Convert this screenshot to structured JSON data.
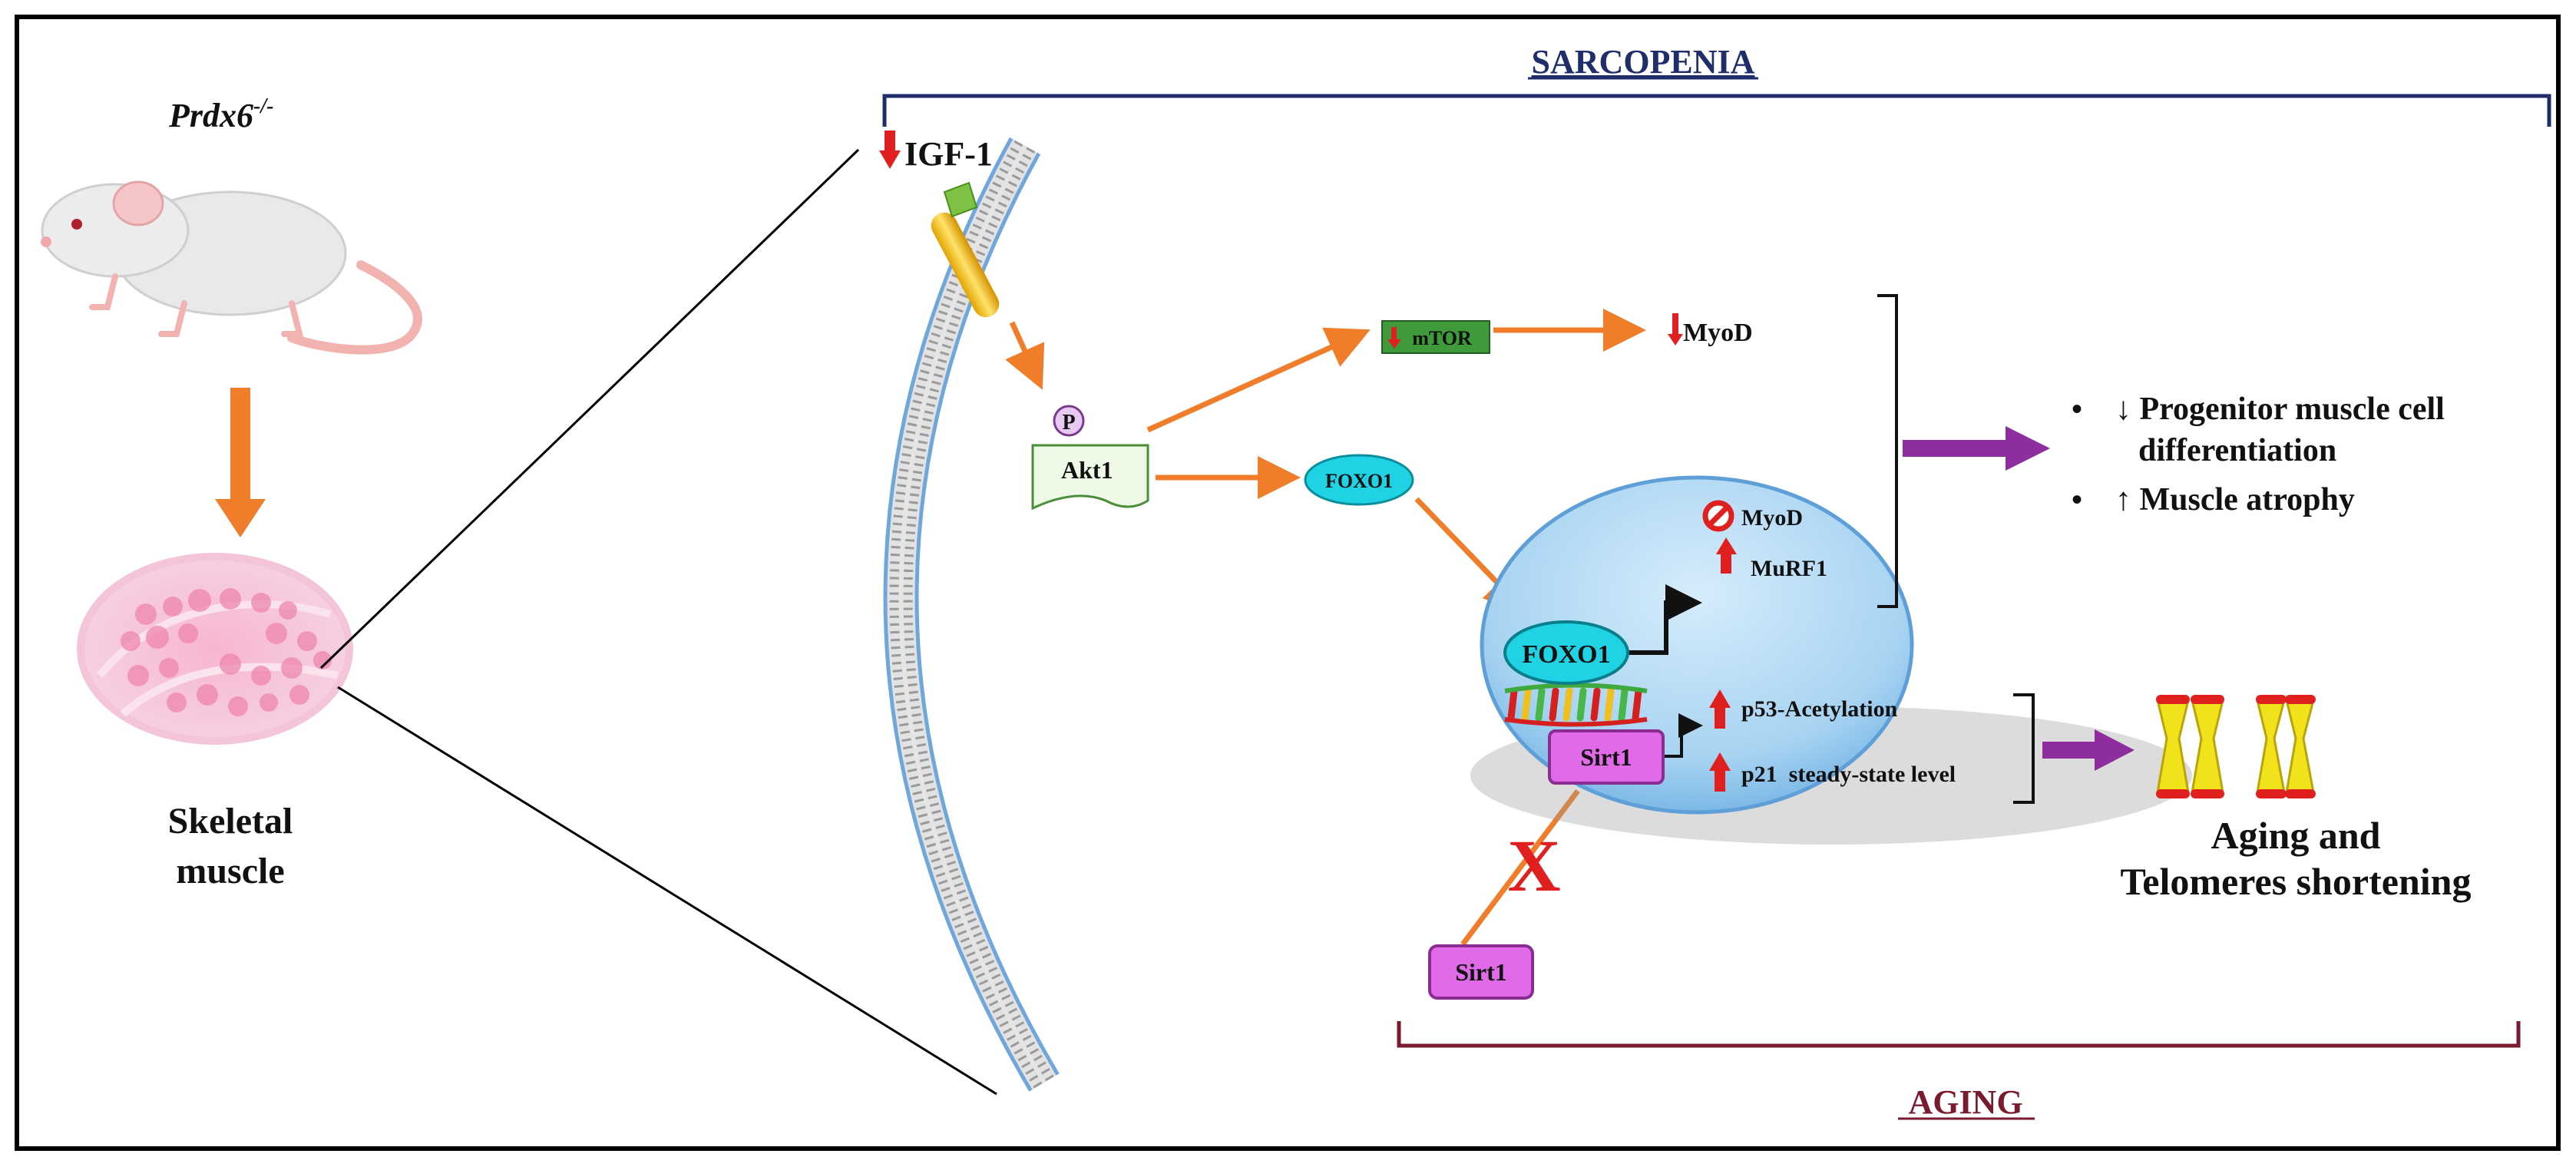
{
  "left": {
    "mouse_label": "Prdx6",
    "mouse_label_sup": "-/-",
    "tissue_label_line1": "Skeletal",
    "tissue_label_line2": "muscle"
  },
  "brackets": {
    "top": "SARCOPENIA",
    "bottom": "AGING"
  },
  "pathway": {
    "igf1": "IGF-1",
    "phospho": "P",
    "akt1": "Akt1",
    "mtor": "mTOR",
    "myod_top": "MyoD",
    "foxo1_cyto": "FOXO1",
    "foxo1_nucleus": "FOXO1",
    "myod_nucleus": "MyoD",
    "murf1": "MuRF1",
    "sirt1_nucleus": "Sirt1",
    "sirt1_outside": "Sirt1",
    "x_mark": "X",
    "p53": "p53-Acetylation",
    "p21": "p21  steady-state level"
  },
  "outcomes": {
    "bullet1_line1": "↓ Progenitor muscle cell",
    "bullet1_line2": "differentiation",
    "bullet2": "↑ Muscle atrophy",
    "aging_line1": "Aging and",
    "aging_line2": "Telomeres shortening"
  },
  "colors": {
    "arrow_orange": "#f07d2a",
    "arrow_purple": "#8e2d9e",
    "down_red": "#e0201f",
    "mtor_green": "#3e9a3a",
    "foxo_cyan": "#1fd3e4",
    "sirt_magenta": "#e06ae8",
    "nucleus_blue": "#9fd0f2",
    "chromosome_yellow": "#f2e21c"
  }
}
